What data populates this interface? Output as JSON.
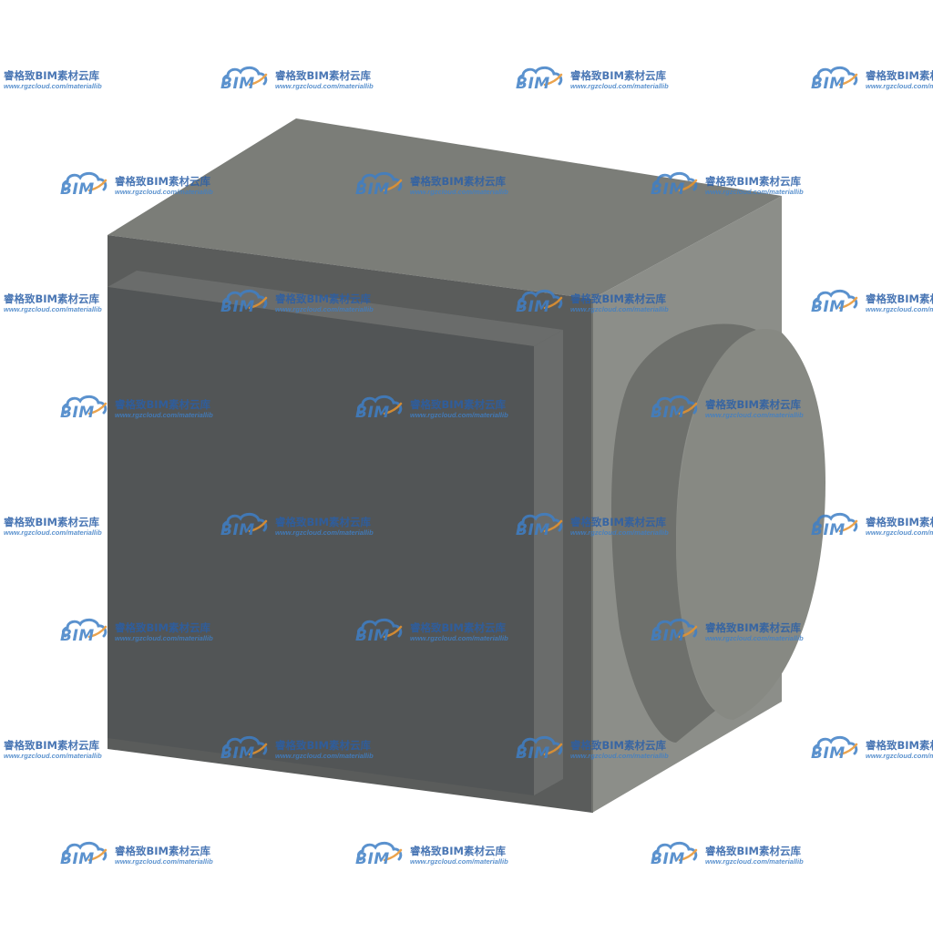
{
  "colors": {
    "background": "#ffffff",
    "watermark_blue": "#3f7fc6",
    "watermark_orange": "#e8942e",
    "box_top": "#7b7d78",
    "box_front": "#5a5c5b",
    "box_side": "#8c8e89",
    "panel_face": "#525556",
    "panel_edge": "#6a6c6b",
    "cylinder_face": "#878983",
    "cylinder_side": "#6e706c"
  },
  "watermark": {
    "logo_text": "BIM",
    "title": "睿格致BIM素材云库",
    "url": "www.rgzcloud.com/materiallib"
  },
  "icons": {
    "watermark_logo": "cloud-bim-logo-icon"
  }
}
